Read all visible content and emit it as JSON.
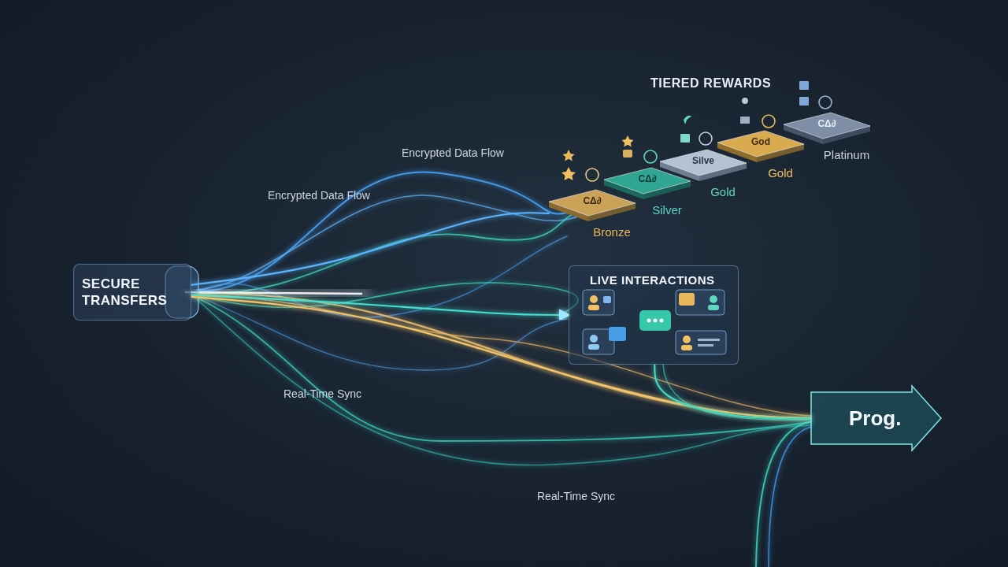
{
  "diagram": {
    "nodes": [
      {
        "text": [
          "SECURE TRANSFERS"
        ]
      },
      {
        "text": [
          "CΔ∂",
          "Bronze"
        ]
      },
      {
        "text": [
          "CΔ∂",
          "Silver"
        ]
      },
      {
        "text": [
          "Silve",
          "Gold"
        ]
      },
      {
        "text": [
          "God",
          "Gold"
        ]
      },
      {
        "text": [
          "CΔ∂",
          "Platinum"
        ]
      },
      {
        "text": [
          "LIVE INTERACTIONS"
        ]
      },
      {
        "text": [
          "Prog."
        ]
      }
    ],
    "edges": [
      {
        "from": 0,
        "to": 1,
        "arrow": "none",
        "label": "Encrypted Data Flow"
      },
      {
        "from": 0,
        "to": 6,
        "arrow": "to"
      },
      {
        "from": 0,
        "to": 7,
        "arrow": "none",
        "label": "Real-Time Sync"
      },
      {
        "from": 6,
        "to": 7,
        "arrow": "none"
      }
    ],
    "labels": [
      "TIERED REWARDS",
      "Encrypted Data Flow",
      "Real-Time Sync"
    ]
  }
}
